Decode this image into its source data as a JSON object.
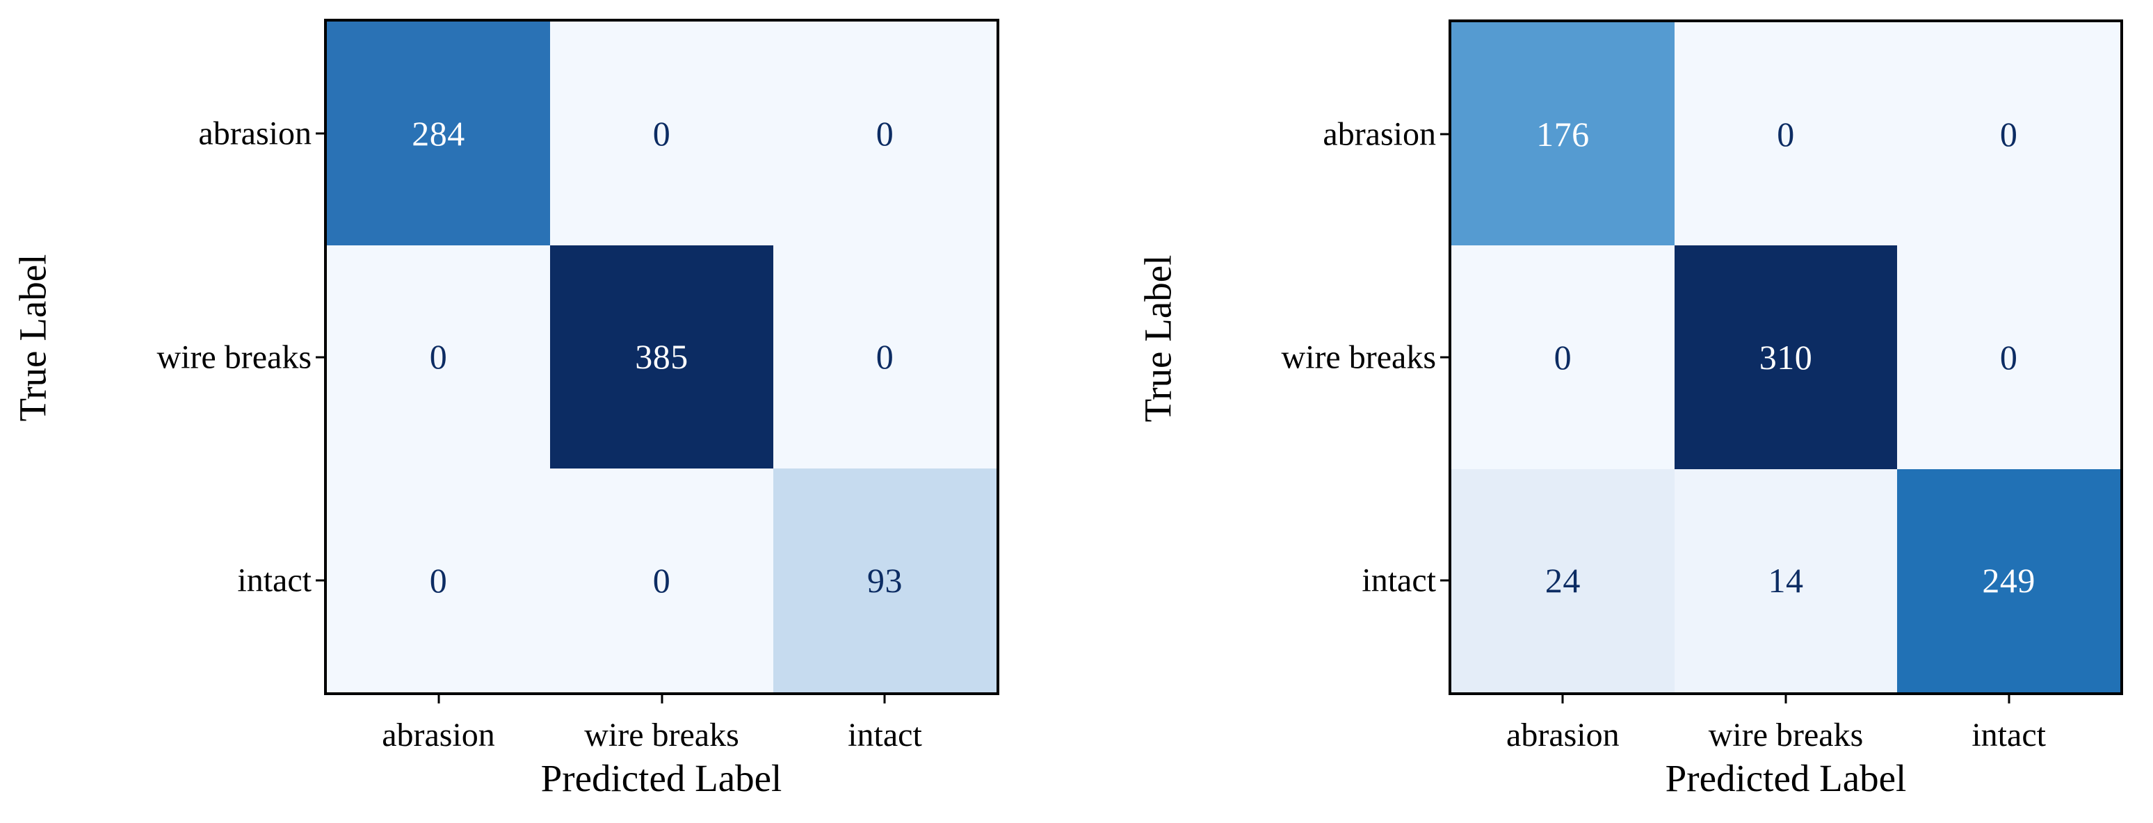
{
  "figure": {
    "background": "#ffffff",
    "panel_count": 2
  },
  "axis_titles": {
    "x": "Predicted Label",
    "y": "True Label"
  },
  "palette": {
    "colormap": "Blues",
    "zero_cell": "#f3f8fe",
    "text_dark": "#0c2c63",
    "text_light": "#ffffff",
    "axis_line": "#000000"
  },
  "chart_data": [
    {
      "type": "heatmap",
      "name": "confusion-matrix-left",
      "title": "",
      "xlabel": "Predicted Label",
      "ylabel": "True Label",
      "categories": [
        "abrasion",
        "wire breaks",
        "intact"
      ],
      "row_labels": [
        "abrasion",
        "wire breaks",
        "intact"
      ],
      "col_labels": [
        "abrasion",
        "wire breaks",
        "intact"
      ],
      "values": [
        [
          284,
          0,
          0
        ],
        [
          0,
          385,
          0
        ],
        [
          0,
          0,
          93
        ]
      ],
      "cell_colors": [
        [
          "#2a72b5",
          "#f3f8fe",
          "#f3f8fe"
        ],
        [
          "#f3f8fe",
          "#0c2c63",
          "#f3f8fe"
        ],
        [
          "#f3f8fe",
          "#f3f8fe",
          "#c6dbef"
        ]
      ],
      "cell_text_colors": [
        [
          "#ffffff",
          "#0c2c63",
          "#0c2c63"
        ],
        [
          "#0c2c63",
          "#ffffff",
          "#0c2c63"
        ],
        [
          "#0c2c63",
          "#0c2c63",
          "#0c2c63"
        ]
      ],
      "vmin": 0,
      "vmax": 385,
      "grid": false,
      "legend": "none"
    },
    {
      "type": "heatmap",
      "name": "confusion-matrix-right",
      "title": "",
      "xlabel": "Predicted Label",
      "ylabel": "True Label",
      "categories": [
        "abrasion",
        "wire breaks",
        "intact"
      ],
      "row_labels": [
        "abrasion",
        "wire breaks",
        "intact"
      ],
      "col_labels": [
        "abrasion",
        "wire breaks",
        "intact"
      ],
      "values": [
        [
          176,
          0,
          0
        ],
        [
          0,
          310,
          0
        ],
        [
          24,
          14,
          249
        ]
      ],
      "cell_colors": [
        [
          "#559bd1",
          "#f3f8fe",
          "#f3f8fe"
        ],
        [
          "#f3f8fe",
          "#0c2c63",
          "#f3f8fe"
        ],
        [
          "#e4edf8",
          "#eef4fc",
          "#2171b5"
        ]
      ],
      "cell_text_colors": [
        [
          "#ffffff",
          "#0c2c63",
          "#0c2c63"
        ],
        [
          "#0c2c63",
          "#ffffff",
          "#0c2c63"
        ],
        [
          "#0c2c63",
          "#0c2c63",
          "#ffffff"
        ]
      ],
      "vmin": 0,
      "vmax": 310,
      "grid": false,
      "legend": "none"
    }
  ],
  "left": {
    "xlabel": "Predicted Label",
    "ylabel": "True Label",
    "ticks_x": [
      "abrasion",
      "wire breaks",
      "intact"
    ],
    "ticks_y": [
      "abrasion",
      "wire breaks",
      "intact"
    ],
    "cells": [
      {
        "value": "284"
      },
      {
        "value": "0"
      },
      {
        "value": "0"
      },
      {
        "value": "0"
      },
      {
        "value": "385"
      },
      {
        "value": "0"
      },
      {
        "value": "0"
      },
      {
        "value": "0"
      },
      {
        "value": "93"
      }
    ]
  },
  "right": {
    "xlabel": "Predicted Label",
    "ylabel": "True Label",
    "ticks_x": [
      "abrasion",
      "wire breaks",
      "intact"
    ],
    "ticks_y": [
      "abrasion",
      "wire breaks",
      "intact"
    ],
    "cells": [
      {
        "value": "176"
      },
      {
        "value": "0"
      },
      {
        "value": "0"
      },
      {
        "value": "0"
      },
      {
        "value": "310"
      },
      {
        "value": "0"
      },
      {
        "value": "24"
      },
      {
        "value": "14"
      },
      {
        "value": "249"
      }
    ]
  }
}
